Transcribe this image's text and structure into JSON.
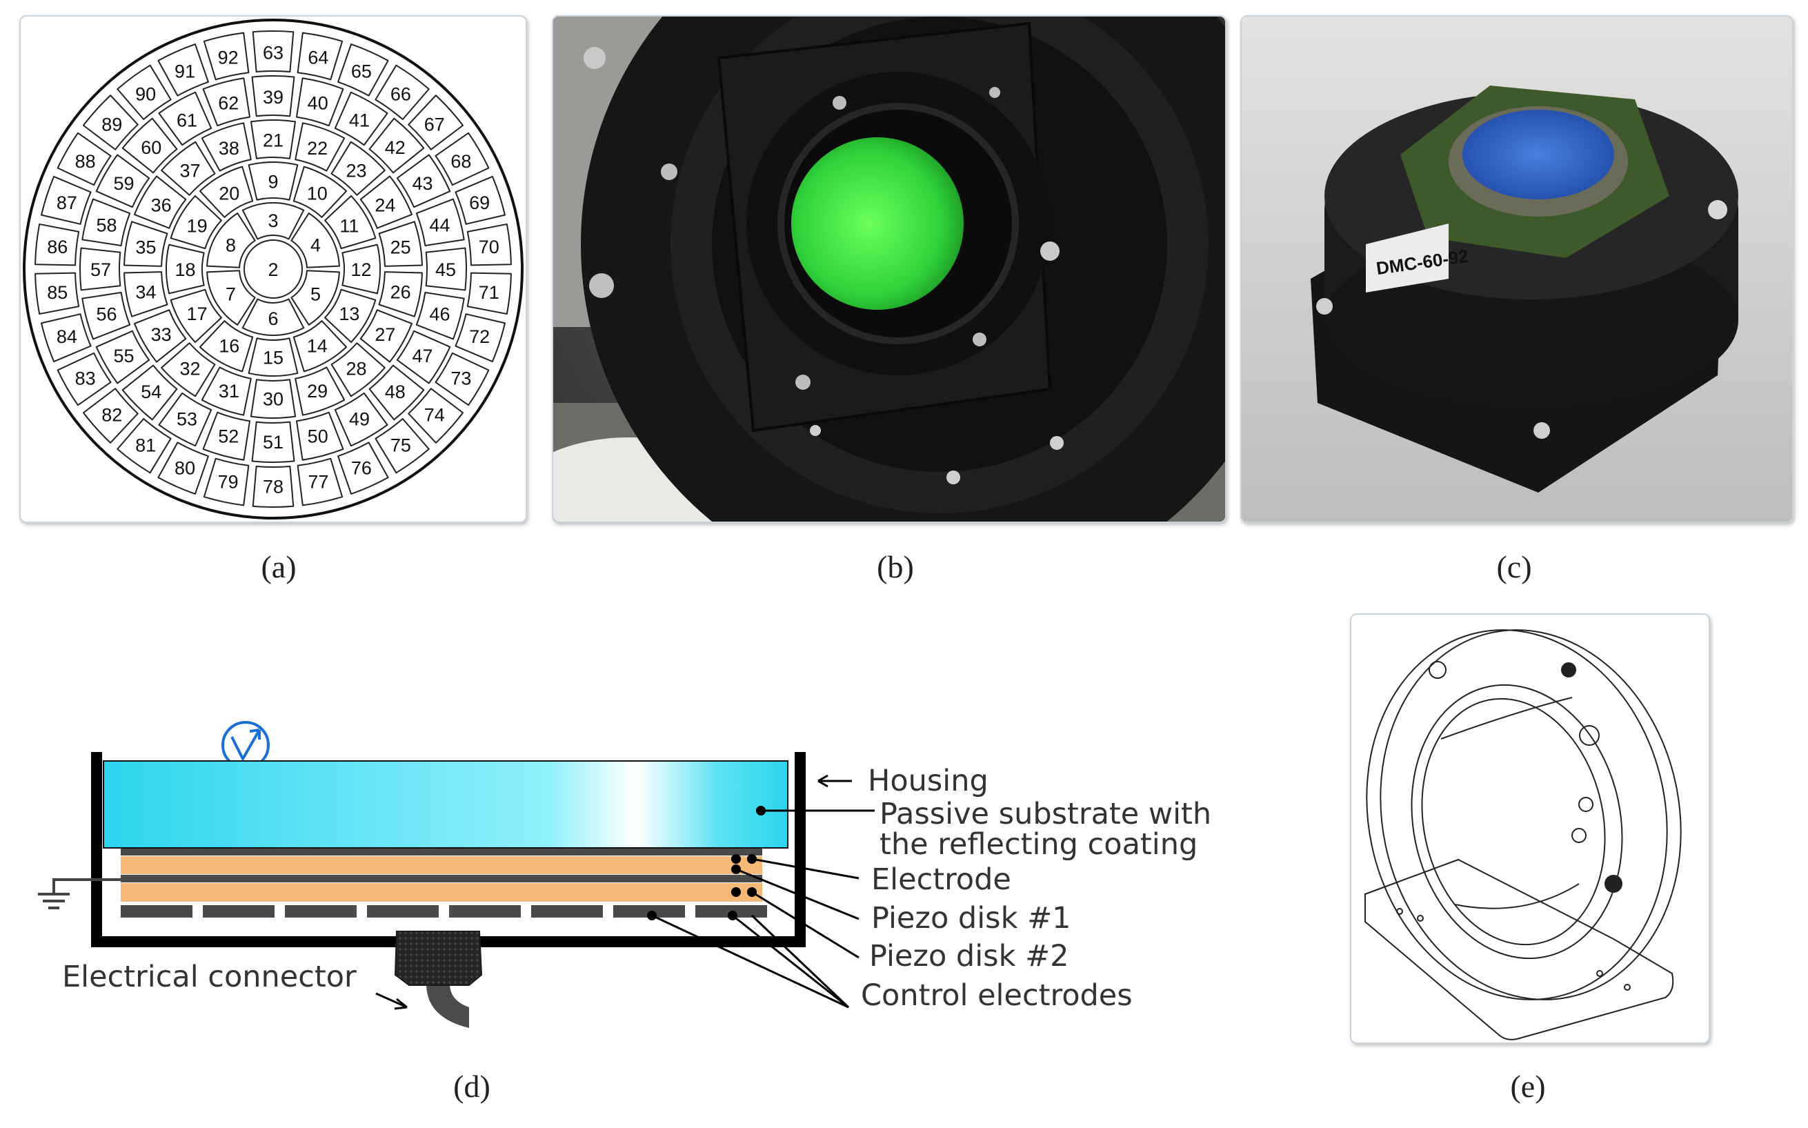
{
  "captions": {
    "a": "(a)",
    "b": "(b)",
    "c": "(c)",
    "d": "(d)",
    "e": "(e)"
  },
  "panel_a": {
    "rings": [
      [
        "2"
      ],
      [
        "3",
        "4",
        "5",
        "6",
        "7",
        "8"
      ],
      [
        "9",
        "10",
        "11",
        "12",
        "13",
        "14",
        "15",
        "16",
        "17",
        "18",
        "19",
        "20"
      ],
      [
        "21",
        "22",
        "23",
        "24",
        "25",
        "26",
        "27",
        "28",
        "29",
        "30",
        "31",
        "32",
        "33",
        "34",
        "35",
        "36",
        "37",
        "38"
      ],
      [
        "39",
        "40",
        "41",
        "42",
        "43",
        "44",
        "45",
        "46",
        "47",
        "48",
        "49",
        "50",
        "51",
        "52",
        "53",
        "54",
        "55",
        "56",
        "57",
        "58",
        "59",
        "60",
        "61",
        "62"
      ],
      [
        "63",
        "64",
        "65",
        "66",
        "67",
        "68",
        "69",
        "70",
        "71",
        "72",
        "73",
        "74",
        "75",
        "76",
        "77",
        "78",
        "79",
        "80",
        "81",
        "82",
        "83",
        "84",
        "85",
        "86",
        "87",
        "88",
        "89",
        "90",
        "91",
        "92"
      ]
    ]
  },
  "panel_c": {
    "sticker": "DMC-60-92"
  },
  "panel_d": {
    "labels": {
      "housing": "Housing",
      "substrate_1": "Passive substrate with",
      "substrate_2": "the reflecting coating",
      "electrode": "Electrode",
      "piezo1": "Piezo disk #1",
      "piezo2": "Piezo disk #2",
      "control": "Control electrodes",
      "connector": "Electrical connector"
    }
  }
}
